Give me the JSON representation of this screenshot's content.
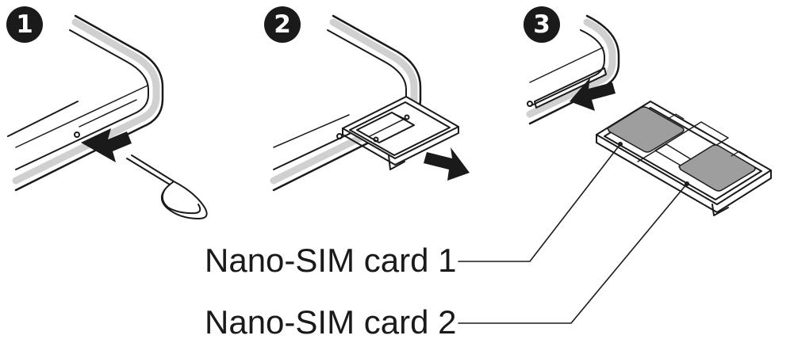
{
  "steps": [
    {
      "number": "1"
    },
    {
      "number": "2"
    },
    {
      "number": "3"
    }
  ],
  "callouts": [
    {
      "label": "Nano-SIM card 1"
    },
    {
      "label": "Nano-SIM card 2"
    }
  ],
  "colors": {
    "line": "#1a1a1a",
    "phone_edge": "#d0d0d0",
    "card": "#9e9e9e",
    "badge": "#1a1a1a"
  }
}
